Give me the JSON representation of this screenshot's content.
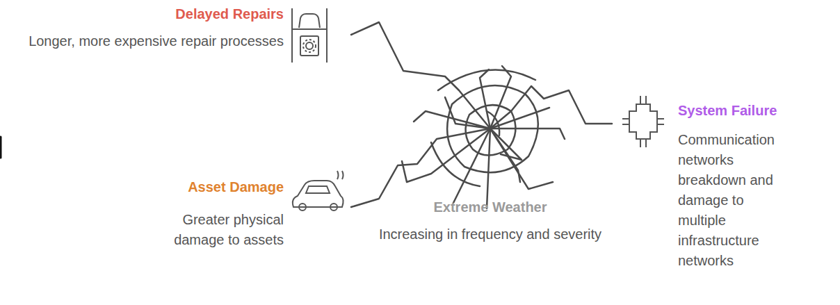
{
  "diagram": {
    "labels": [
      "Delayed Repairs",
      "Longer, more expensive repair processes",
      "Asset Damage",
      "Greater physical damage to assets",
      "Extreme Weather",
      "Increasing in frequency and severity",
      "System Failure",
      "Communication networks breakdown and damage to multiple infrastructure networks"
    ]
  }
}
